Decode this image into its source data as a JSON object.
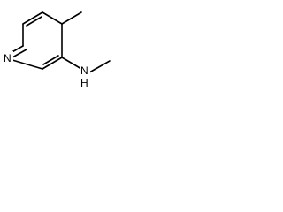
{
  "molecule": {
    "atoms": {
      "pyridine_n": "N",
      "amine_n": "N",
      "amine_h": "H"
    }
  }
}
